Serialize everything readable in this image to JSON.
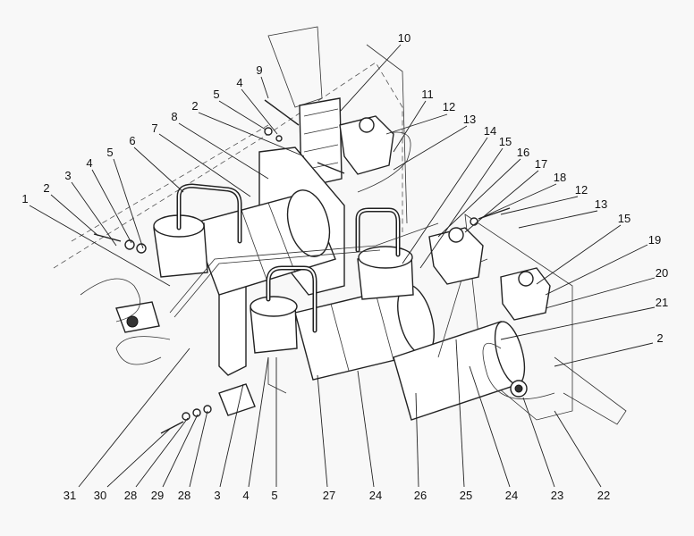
{
  "diagram": {
    "type": "exploded-assembly-drawing",
    "callouts_top": [
      "10",
      "9",
      "4",
      "5",
      "2",
      "8",
      "7",
      "6",
      "5",
      "4",
      "3",
      "2",
      "1",
      "11",
      "12",
      "13",
      "14",
      "15",
      "16",
      "17",
      "18",
      "12",
      "13",
      "15",
      "19",
      "20",
      "21",
      "2"
    ],
    "callouts_bottom": [
      "31",
      "30",
      "28",
      "29",
      "28",
      "3",
      "4",
      "5",
      "27",
      "24",
      "26",
      "25",
      "24",
      "23",
      "22"
    ]
  }
}
